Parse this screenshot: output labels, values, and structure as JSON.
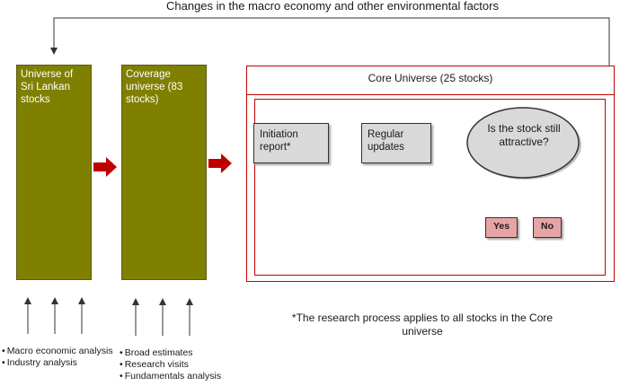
{
  "top_label": "Changes in the macro economy and other environmental factors",
  "universe_box": {
    "label": "Universe of Sri Lankan stocks"
  },
  "coverage_box": {
    "label": "Coverage universe (83 stocks)"
  },
  "core": {
    "title": "Core Universe  (25 stocks)",
    "initiation": "Initiation report*",
    "updates": "Regular updates",
    "question": "Is the stock still attractive?",
    "yes": "Yes",
    "no": "No"
  },
  "inputs_left": [
    "Macro economic analysis",
    "Industry analysis"
  ],
  "inputs_right": [
    "Broad estimates",
    "Research visits",
    "Fundamentals analysis"
  ],
  "note": "*The research process applies to all stocks in the Core universe",
  "colors": {
    "olive": "#808000",
    "red": "#c00000",
    "grey": "#d9d9d9",
    "pink": "#e6a4a4"
  }
}
